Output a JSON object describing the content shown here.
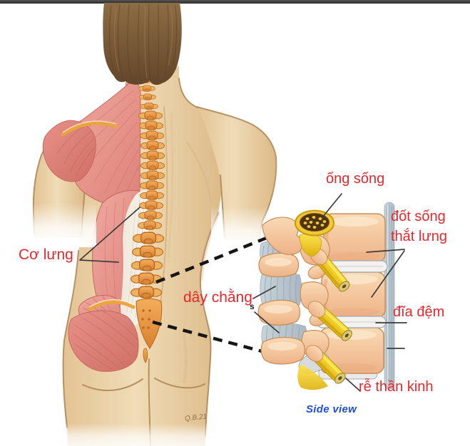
{
  "illustration": {
    "subject": "human back, rear view, left half dissected showing muscles and spine, with side-view inset of lumbar vertebrae",
    "caption_note": "labels in Vietnamese"
  },
  "labels": {
    "back_muscle": "Cơ lưng",
    "spinal_canal": "ống sống",
    "lumbar_line1": "đốt sống",
    "lumbar_line2": "thắt lưng",
    "ligament": "dây chằng",
    "ligament_mark": "s",
    "disc": "đĩa đệm",
    "nerve_root": "rễ thần kinh",
    "caption": "Side view",
    "signature": "Q.B.21"
  },
  "colors": {
    "label_red": "#e8282c",
    "caption_blue": "#1e4ed8",
    "skin": "#ead0a5",
    "muscle_pink": "#e9968d",
    "bone_orange": "#e8913f",
    "inset_bone": "#f6cba1",
    "nerve_yellow": "#f2cf1d",
    "ligament_gray": "#b9c5ce"
  }
}
